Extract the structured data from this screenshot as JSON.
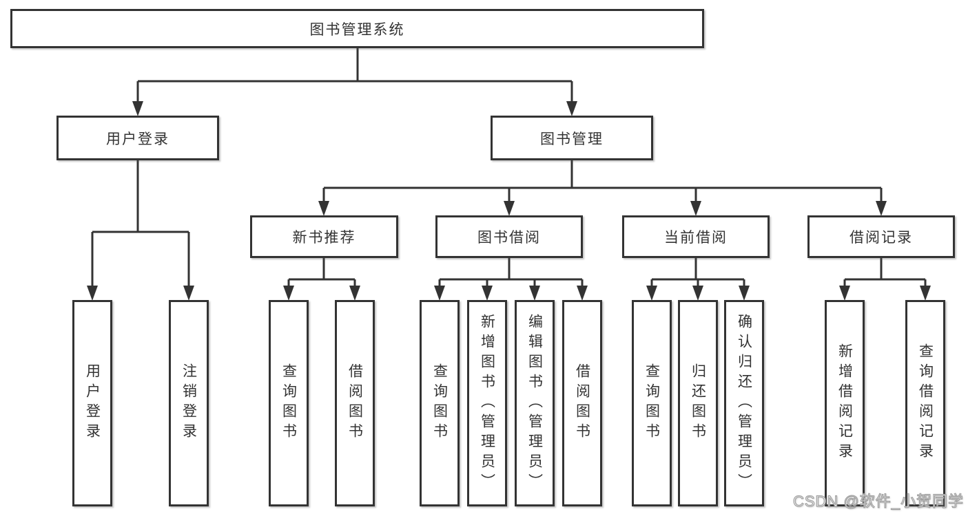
{
  "colors": {
    "box_border": "#333333",
    "connector_line": "#333333",
    "text": "#333333",
    "background": "#ffffff",
    "watermark_fill": "#ffffff",
    "watermark_outline": "#a0a0a0"
  },
  "watermark": "CSDN @软件_小贺同学",
  "tree": {
    "root": {
      "label": "图书管理系统"
    },
    "children": [
      {
        "label": "用户登录",
        "children": [
          {
            "label": "用户登录"
          },
          {
            "label": "注销登录"
          }
        ]
      },
      {
        "label": "图书管理",
        "children": [
          {
            "label": "新书推荐",
            "children": [
              {
                "label": "查询图书"
              },
              {
                "label": "借阅图书"
              }
            ]
          },
          {
            "label": "图书借阅",
            "children": [
              {
                "label": "查询图书"
              },
              {
                "label": "新增图书（管理员）"
              },
              {
                "label": "编辑图书（管理员）"
              },
              {
                "label": "借阅图书"
              }
            ]
          },
          {
            "label": "当前借阅",
            "children": [
              {
                "label": "查询图书"
              },
              {
                "label": "归还图书"
              },
              {
                "label": "确认归还（管理员）"
              }
            ]
          },
          {
            "label": "借阅记录",
            "children": [
              {
                "label": "新增借阅记录"
              },
              {
                "label": "查询借阅记录"
              }
            ]
          }
        ]
      }
    ]
  }
}
